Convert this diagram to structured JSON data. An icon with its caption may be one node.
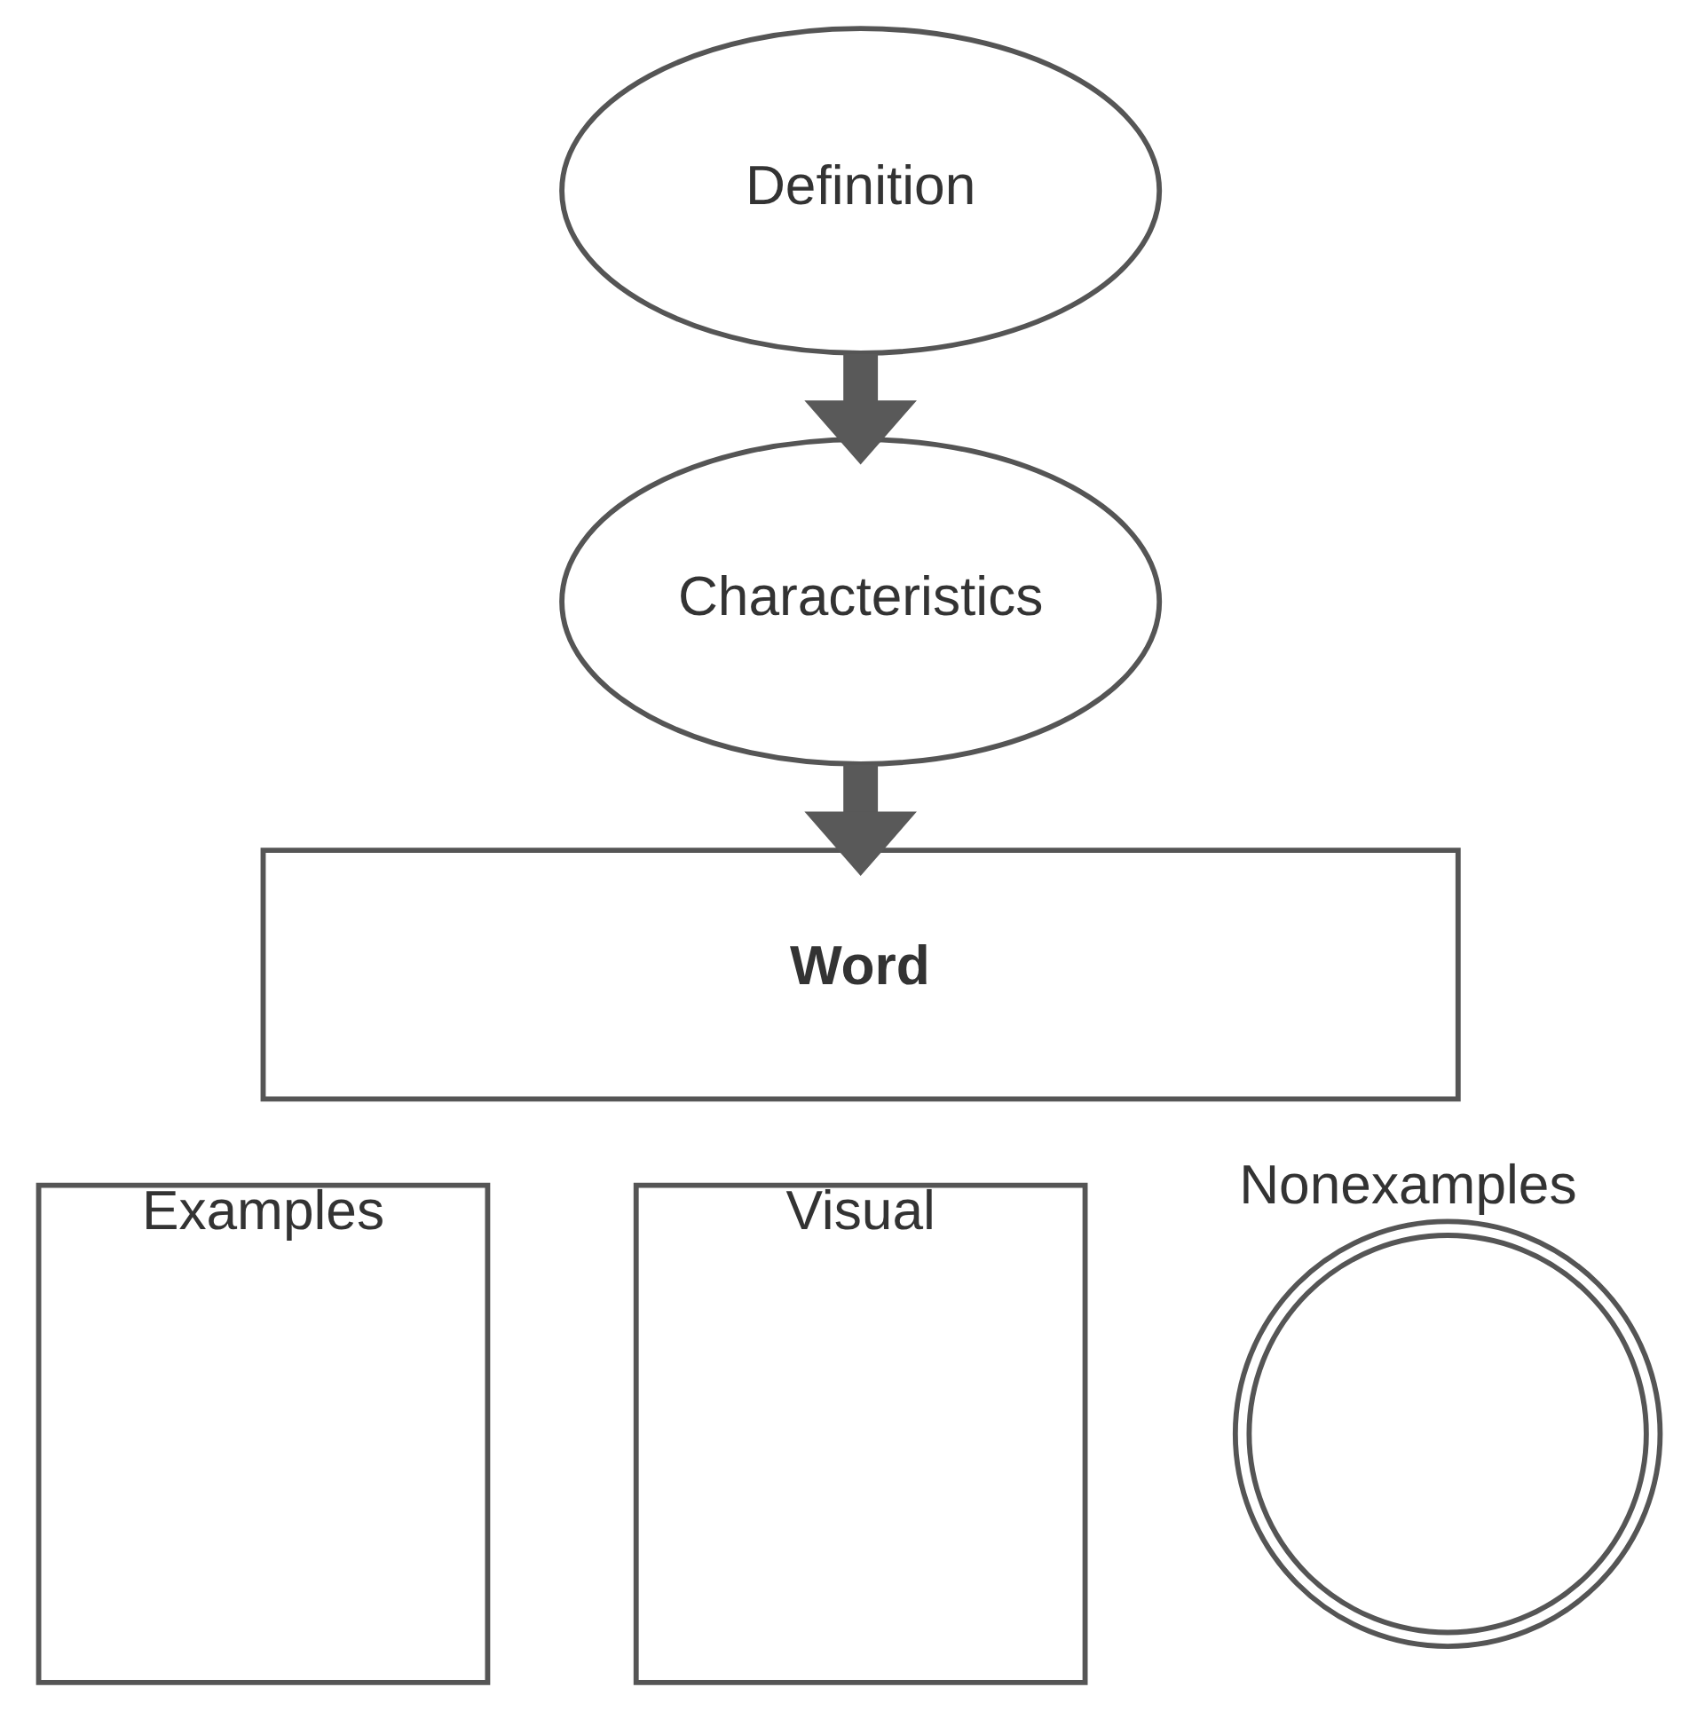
{
  "diagram": {
    "nodes": [
      {
        "text": [
          "Definition"
        ]
      },
      {
        "text": [
          "Characteristics"
        ]
      },
      {
        "text": [
          "Word"
        ]
      },
      {
        "text": [
          "Examples"
        ]
      },
      {
        "text": [
          "Visual"
        ]
      },
      {
        "text": [
          "Nonexamples"
        ]
      }
    ],
    "edges": [
      {
        "from": 0,
        "to": 1,
        "arrow": "to"
      },
      {
        "from": 1,
        "to": 2,
        "arrow": "to"
      }
    ]
  }
}
